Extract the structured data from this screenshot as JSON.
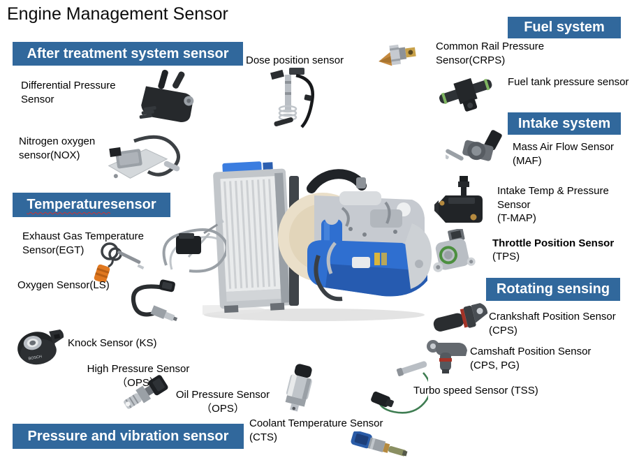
{
  "title": "Engine Management Sensor",
  "colors": {
    "header_bg": "#31689C",
    "header_text": "#FFFFFF",
    "engine_blue": "#2F6FD0",
    "wavy_underline": "#CC3333"
  },
  "headers": {
    "after_treatment": "After treatment system sensor",
    "fuel": "Fuel system",
    "intake": "Intake system",
    "temperature_underlined_word": "Temperature",
    "temperature_suffix": " sensor",
    "rotating": "Rotating sensing",
    "pressure_vibration": "Pressure and vibration sensor"
  },
  "sensor_labels": {
    "dose_position": "Dose position sensor",
    "crps": "Common Rail Pressure\nSensor(CRPS)",
    "fuel_tank": "Fuel tank pressure sensor",
    "maf": "Mass Air Flow Sensor\n(MAF)",
    "tmap": "Intake Temp & Pressure\nSensor\n(T-MAP)",
    "tps_main": "Throttle Position  Sensor",
    "tps_sub": "(TPS)",
    "crankshaft": "Crankshaft Position Sensor\n(CPS)",
    "camshaft": "Camshaft Position Sensor\n(CPS, PG)",
    "turbo_speed": "Turbo speed  Sensor (TSS)",
    "differential_pressure": "Differential Pressure\nSensor",
    "nox": "Nitrogen oxygen\nsensor(NOX)",
    "egt": "Exhaust Gas Temperature\nSensor(EGT)",
    "oxygen": "Oxygen Sensor(LS)",
    "knock": "Knock Sensor (KS)",
    "high_pressure": "High Pressure Sensor\n（OPS）",
    "oil_pressure": "Oil Pressure Sensor\n（OPS）",
    "cts": "Coolant Temperature Sensor\n(CTS)",
    "knock_brand": "BOSCH"
  }
}
